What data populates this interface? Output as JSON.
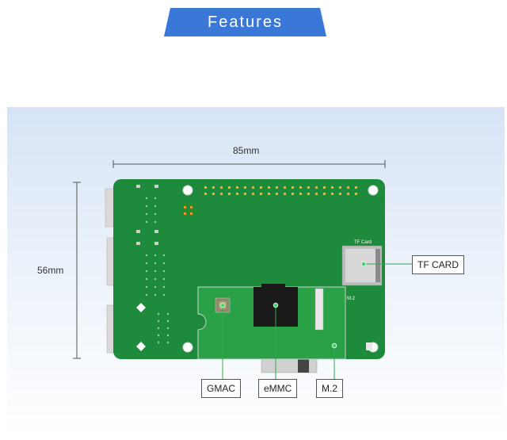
{
  "header": {
    "title": "Features",
    "color": "#3a78d8"
  },
  "dimensions": {
    "width_label": "85mm",
    "height_label": "56mm"
  },
  "callouts": {
    "tf_card": "TF CARD",
    "gmac": "GMAC",
    "emmc": "eMMC",
    "m2": "M.2"
  },
  "board_silkscreen": {
    "tf_card": "TF Card",
    "m2": "M.2"
  },
  "colors": {
    "pcb": "#1e8a3c",
    "module": "#2aa047",
    "chip": "#1a1a1a",
    "connector": "#e8e8e8",
    "marker": "#3dd56b"
  }
}
